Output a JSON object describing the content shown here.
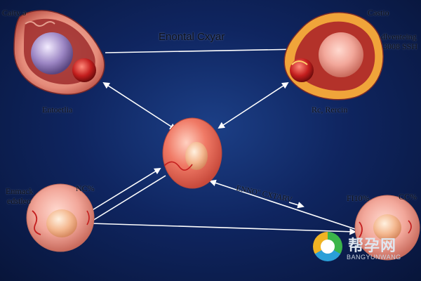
{
  "title": "Enontal Cxyar",
  "labels": {
    "top_left_corner": "Caity ə",
    "top_right_corner": "Cəstio",
    "top_right_sub1": "dlventeing",
    "top_right_sub2": "3008 SSH",
    "left_top_cell": "Entoetlia",
    "right_top_cell": "Rc, Rercin",
    "bottom_left_1": "Enmack",
    "bottom_left_2": "edstleo",
    "bottom_left_pct": "NC%",
    "bottom_right_pct1": "FI10%",
    "bottom_right_pct2": "CC%",
    "center_arrow_label": "ENNO\" CXTARV"
  },
  "watermark": {
    "brand_cn": "帮孕网",
    "brand_en": "BANGYUNWANG"
  },
  "colors": {
    "background": "#0f2560",
    "arrow": "#ffffff",
    "cell_pink": "#f2a79a",
    "cell_red": "#c41e1e"
  },
  "nodes": [
    "top-left-cell",
    "top-right-cell",
    "center-egg-cell",
    "bottom-left-cell",
    "bottom-right-cell"
  ]
}
